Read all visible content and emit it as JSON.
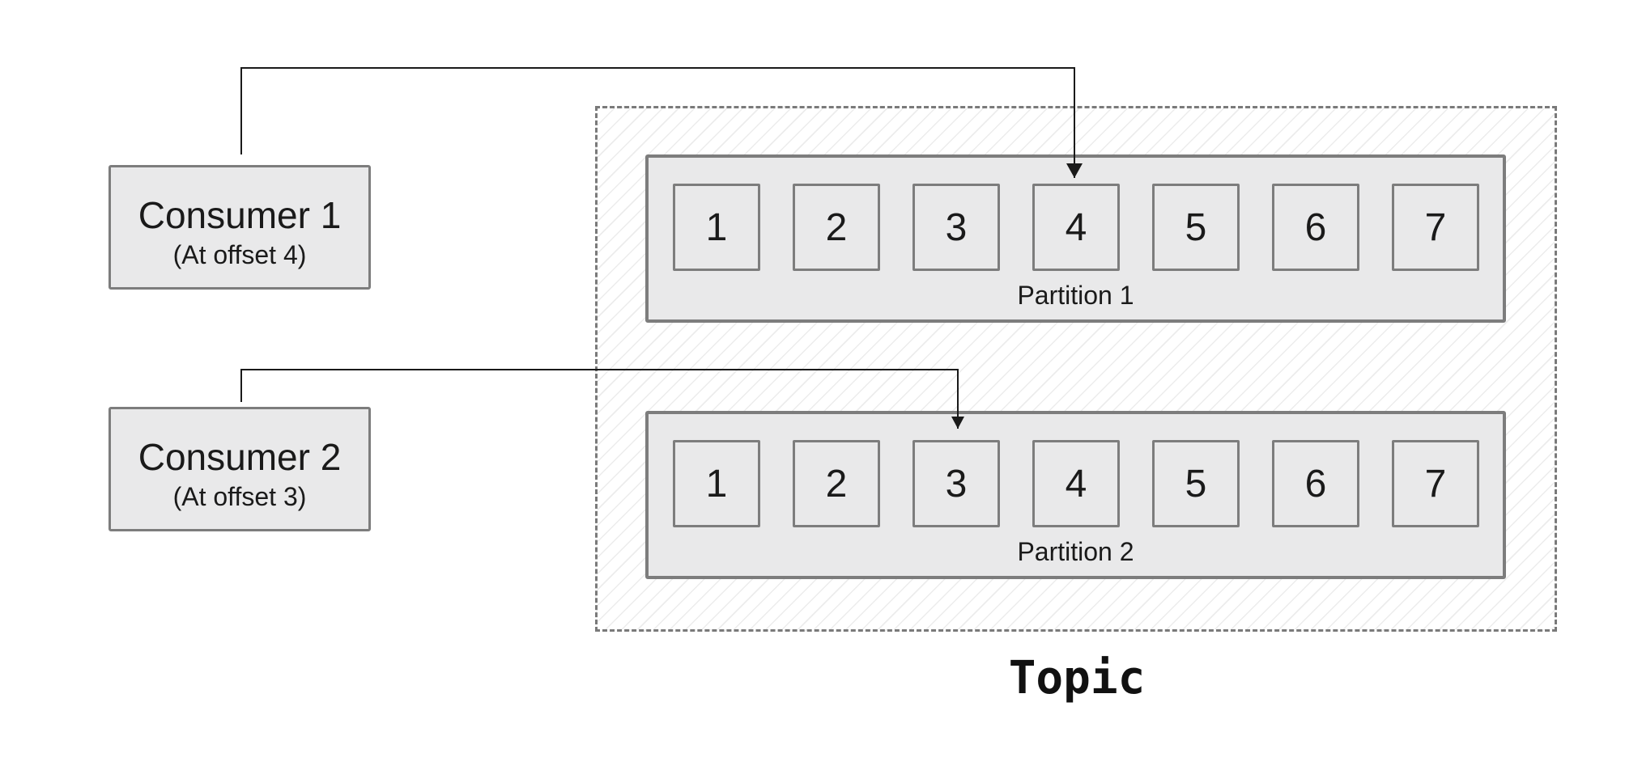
{
  "consumers": [
    {
      "name": "Consumer 1",
      "offset_label": "(At offset 4)",
      "offset": 4,
      "partition": 1
    },
    {
      "name": "Consumer 2",
      "offset_label": "(At offset 3)",
      "offset": 3,
      "partition": 2
    }
  ],
  "topic": {
    "label": "Topic",
    "partitions": [
      {
        "label": "Partition 1",
        "cells": [
          "1",
          "2",
          "3",
          "4",
          "5",
          "6",
          "7"
        ]
      },
      {
        "label": "Partition 2",
        "cells": [
          "1",
          "2",
          "3",
          "4",
          "5",
          "6",
          "7"
        ]
      }
    ]
  },
  "colors": {
    "box_fill": "#e9e9ea",
    "box_border": "#7d7d7d",
    "connector": "#1a1a1a"
  }
}
